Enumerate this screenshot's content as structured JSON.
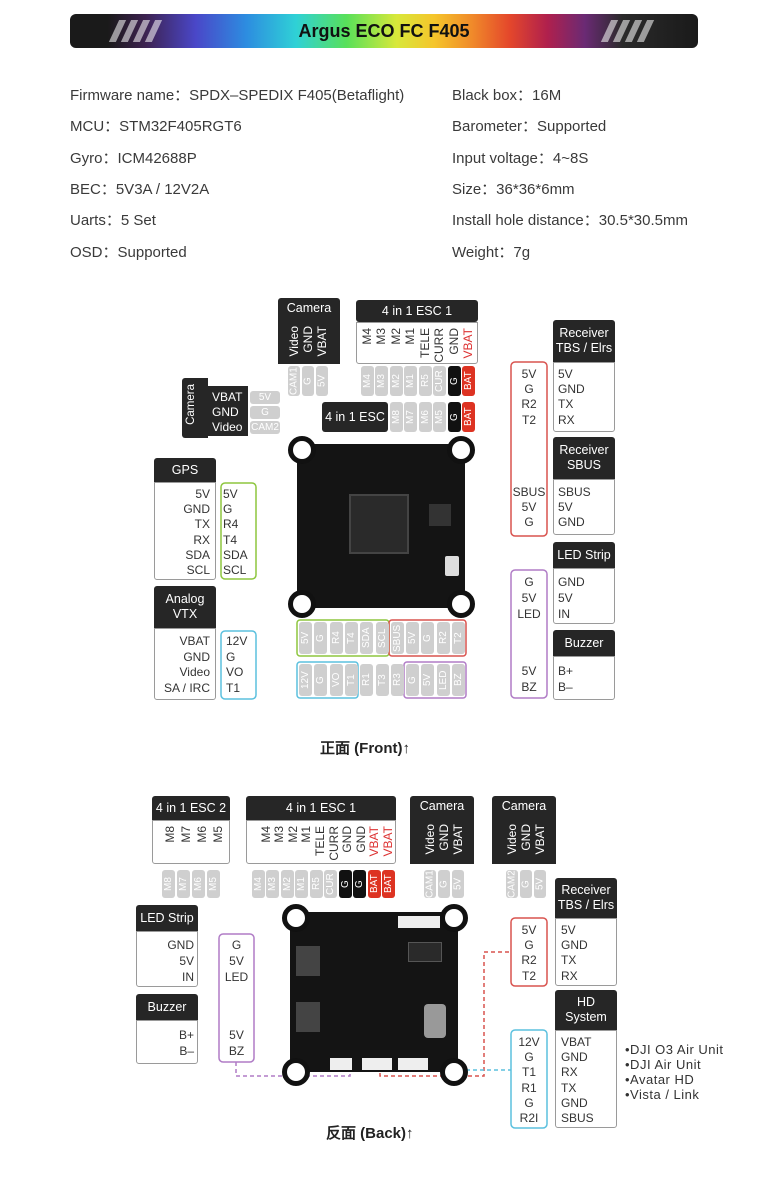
{
  "title": "Argus ECO FC F405",
  "specs_left": [
    "Firmware name：SPDX–SPEDIX F405(Betaflight)",
    "MCU：STM32F405RGT6",
    "Gyro：ICM42688P",
    "BEC：5V3A / 12V2A",
    "Uarts：5 Set",
    "OSD：Supported"
  ],
  "specs_right": [
    "Black box：16M",
    "Barometer：Supported",
    "Input voltage：4~8S",
    "Size：36*36*6mm",
    "Install hole distance：30.5*30.5mm",
    "Weight：7g"
  ],
  "front": {
    "caption": "正面 (Front)↑",
    "camera1": {
      "label": "Camera",
      "pins": [
        "VBAT",
        "GND",
        "Video"
      ],
      "pads": [
        "5V",
        "G",
        "CAM1"
      ]
    },
    "camera2": {
      "label": "Camera",
      "pins": [
        "VBAT",
        "GND",
        "Video"
      ],
      "pads": [
        "5V",
        "G",
        "CAM2"
      ]
    },
    "esc1": {
      "label": "4 in 1 ESC 1",
      "pins": [
        "VBAT",
        "GND",
        "CURR",
        "TELE",
        "M1",
        "M2",
        "M3",
        "M4"
      ],
      "pads": [
        "BAT",
        "G",
        "CUR",
        "R5",
        "M1",
        "M2",
        "M3",
        "M4"
      ]
    },
    "esc2": {
      "label": "4 in 1 ESC 2",
      "pads": [
        "BAT",
        "G",
        "M5",
        "M6",
        "M7",
        "M8"
      ]
    },
    "gps": {
      "label": "GPS",
      "pins": [
        "5V",
        "GND",
        "TX",
        "RX",
        "SDA",
        "SCL"
      ],
      "pads": [
        "5V",
        "G",
        "R4",
        "T4",
        "SDA",
        "SCL"
      ]
    },
    "vtx": {
      "label": "Analog VTX",
      "pins": [
        "VBAT",
        "GND",
        "Video",
        "SA / IRC"
      ],
      "pads": [
        "12V",
        "G",
        "VO",
        "T1"
      ]
    },
    "rx_tbs": {
      "label": "Receiver TBS / Elrs",
      "fc": [
        "5V",
        "G",
        "R2",
        "T2"
      ],
      "pins": [
        "5V",
        "GND",
        "TX",
        "RX"
      ]
    },
    "rx_sbus": {
      "label": "Receiver SBUS",
      "fc": [
        "SBUS",
        "5V",
        "G"
      ],
      "pins": [
        "SBUS",
        "5V",
        "GND"
      ]
    },
    "led": {
      "label": "LED Strip",
      "fc": [
        "G",
        "5V",
        "LED"
      ],
      "pins": [
        "GND",
        "5V",
        "IN"
      ]
    },
    "buzzer": {
      "label": "Buzzer",
      "fc": [
        "5V",
        "BZ"
      ],
      "pins": [
        "B+",
        "B–"
      ]
    },
    "bottom_row1": [
      "5V",
      "G",
      "R4",
      "T4",
      "SDA",
      "SCL",
      "SBUS",
      "5V",
      "G",
      "R2",
      "T2"
    ],
    "bottom_row2": [
      "12V",
      "G",
      "VO",
      "T1",
      "R1",
      "T3",
      "R3",
      "G",
      "5V",
      "LED",
      "BZ"
    ]
  },
  "back": {
    "caption": "反面 (Back)↑",
    "esc2": {
      "label": "4 in 1 ESC 2",
      "pins": [
        "M5",
        "M6",
        "M7",
        "M8"
      ],
      "pads": [
        "M8",
        "M7",
        "M6",
        "M5"
      ]
    },
    "esc1": {
      "label": "4 in 1 ESC 1",
      "pins": [
        "VBAT",
        "VBAT",
        "GND",
        "GND",
        "CURR",
        "TELE",
        "M1",
        "M2",
        "M3",
        "M4"
      ],
      "pads": [
        "BAT",
        "BAT",
        "G",
        "G",
        "CUR",
        "R5",
        "M1",
        "M2",
        "M3",
        "M4"
      ]
    },
    "camera1": {
      "label": "Camera",
      "pins": [
        "VBAT",
        "GND",
        "Video"
      ],
      "pads": [
        "5V",
        "G",
        "CAM1"
      ]
    },
    "camera2": {
      "label": "Camera",
      "pins": [
        "VBAT",
        "GND",
        "Video"
      ],
      "pads": [
        "5V",
        "G",
        "CAM2"
      ]
    },
    "led": {
      "label": "LED Strip",
      "pins": [
        "GND",
        "5V",
        "IN"
      ],
      "fc": [
        "G",
        "5V",
        "LED"
      ]
    },
    "buzzer": {
      "label": "Buzzer",
      "pins": [
        "B+",
        "B–"
      ],
      "fc": [
        "5V",
        "BZ"
      ]
    },
    "rx_tbs": {
      "label": "Receiver TBS / Elrs",
      "fc": [
        "5V",
        "G",
        "R2",
        "T2"
      ],
      "pins": [
        "5V",
        "GND",
        "TX",
        "RX"
      ]
    },
    "hd": {
      "label": "HD System",
      "fc": [
        "12V",
        "G",
        "T1",
        "R1",
        "G",
        "R2I"
      ],
      "pins": [
        "VBAT",
        "GND",
        "RX",
        "TX",
        "GND",
        "SBUS"
      ]
    },
    "hd_list": [
      "•DJI O3 Air Unit",
      "•DJI Air Unit",
      "•Avatar HD",
      "•Vista / Link"
    ]
  },
  "colors": {
    "green": "#8dc63f",
    "red": "#d9534f",
    "blue": "#5bc0de",
    "purple": "#b07cc6",
    "pad_gray": "#cfcfcf",
    "header": "#262626"
  }
}
